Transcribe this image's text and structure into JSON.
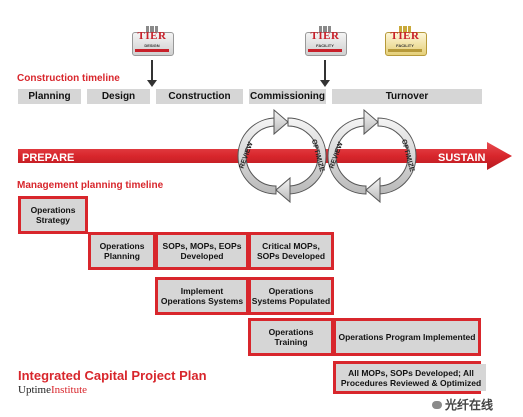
{
  "construction_timeline_label": "Construction timeline",
  "phases": [
    "Planning",
    "Design",
    "Construction",
    "Commissioning",
    "Turnover"
  ],
  "badges": [
    {
      "tier": "TIER",
      "subtitle": "DESIGN",
      "style": "silver"
    },
    {
      "tier": "TIER",
      "subtitle": "FACILITY",
      "style": "silver"
    },
    {
      "tier": "TIER",
      "subtitle": "FACILITY",
      "style": "gold"
    }
  ],
  "main_arrow": {
    "start_label": "PREPARE",
    "end_label": "SUSTAIN",
    "color": "#d8262c"
  },
  "cycles": [
    {
      "left_label": "REVIEW",
      "right_label": "OPTIMIZE"
    },
    {
      "left_label": "REVIEW",
      "right_label": "OPTIMIZE"
    }
  ],
  "management_timeline_label": "Management planning timeline",
  "mgmt_boxes": [
    "Operations Strategy",
    "Operations Planning",
    "SOPs, MOPs, EOPs Developed",
    "Critical MOPs, SOPs Developed",
    "Implement Operations Systems",
    "Operations Systems Populated",
    "Operations Training",
    "Operations Program Implemented",
    "All MOPs, SOPs Developed; All Procedures Reviewed & Optimized"
  ],
  "footer": {
    "title": "Integrated Capital Project Plan",
    "logo_a": "Uptime",
    "logo_b": "Institute",
    "watermark": "光纤在线"
  }
}
